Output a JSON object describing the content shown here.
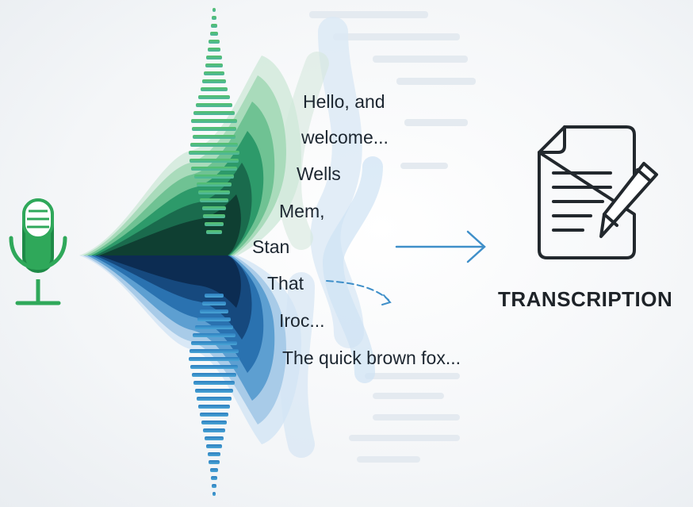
{
  "transcript": {
    "lines": [
      "Hello, and",
      "welcome...",
      "Wells",
      "Mem,",
      "Stan",
      "That",
      "Iroc...",
      "The quick brown fox..."
    ]
  },
  "output": {
    "caption": "TRANSCRIPTION"
  },
  "icons": {
    "input": "microphone-icon",
    "process": "arrow-right-icon",
    "result": "document-pencil-icon"
  },
  "colors": {
    "green": "#2fa85a",
    "blue": "#2e7fbf",
    "dark": "#1e2328"
  }
}
